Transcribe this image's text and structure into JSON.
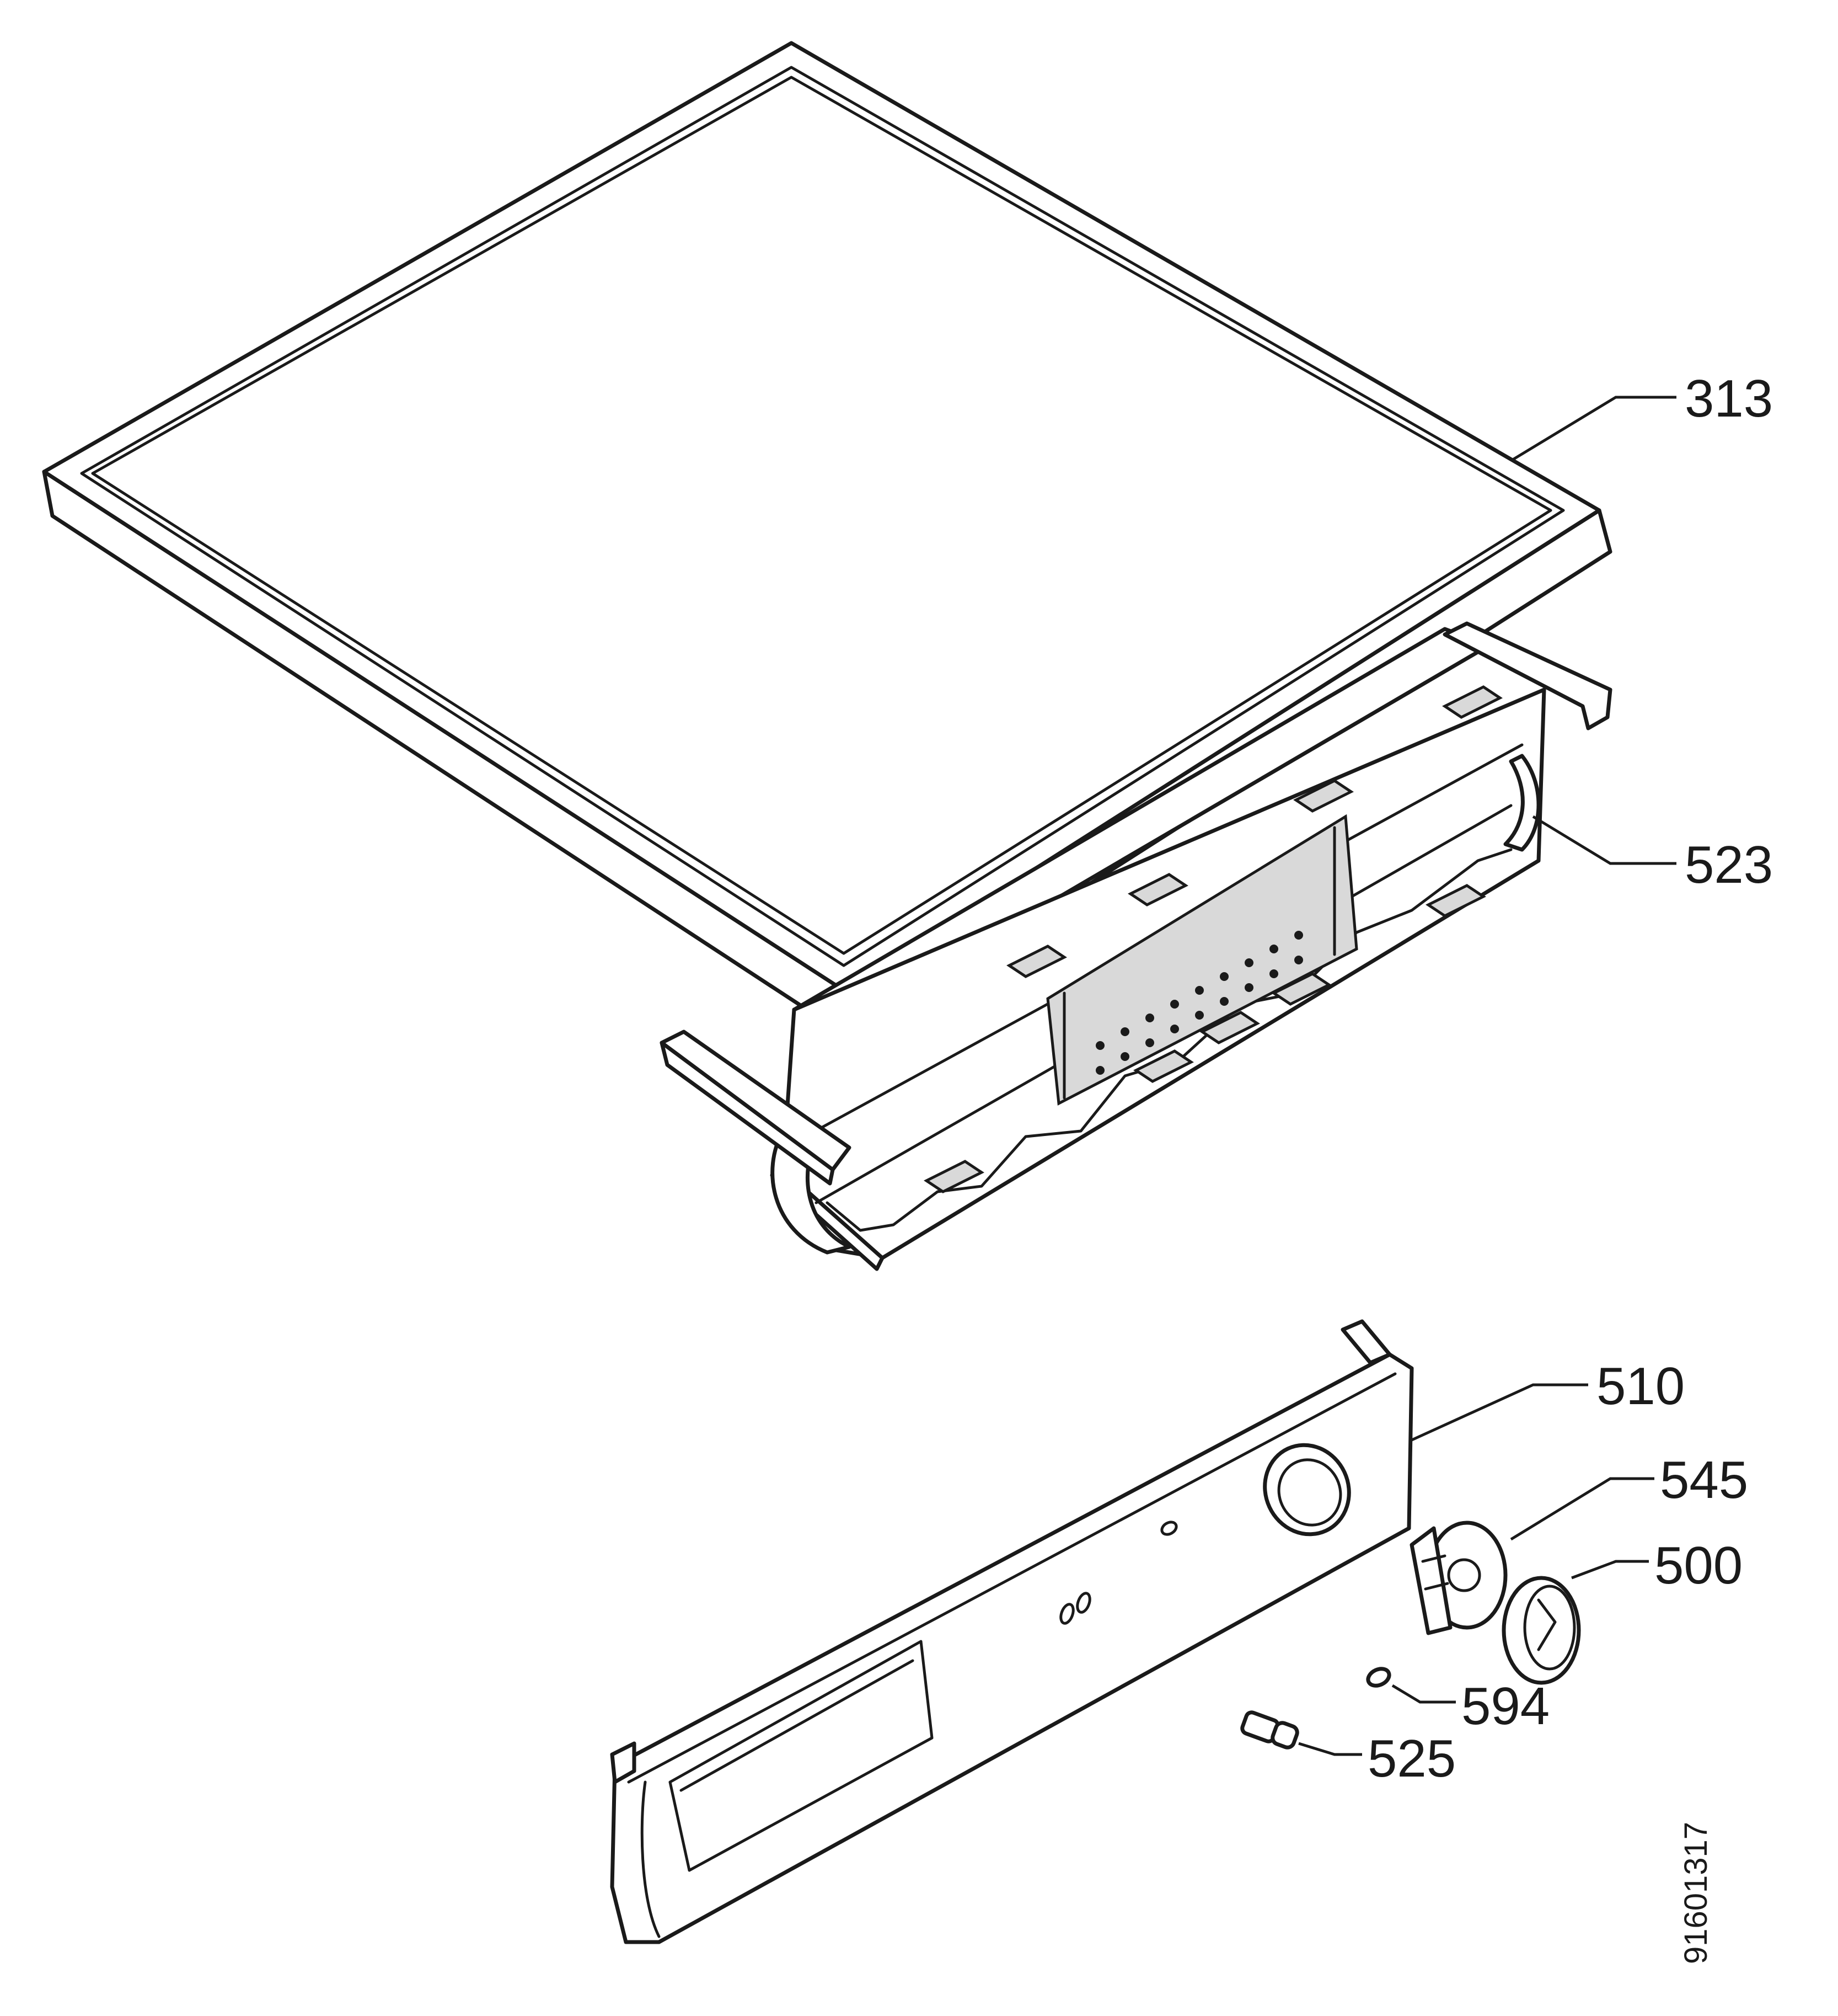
{
  "labels": {
    "part_313": "313",
    "part_523": "523",
    "part_510": "510",
    "part_545": "545",
    "part_500": "500",
    "part_594": "594",
    "part_525": "525"
  },
  "document_number": "91601317",
  "colors": {
    "line": "#1a1a1a",
    "background": "#ffffff",
    "shading": "#d9d9d9"
  }
}
